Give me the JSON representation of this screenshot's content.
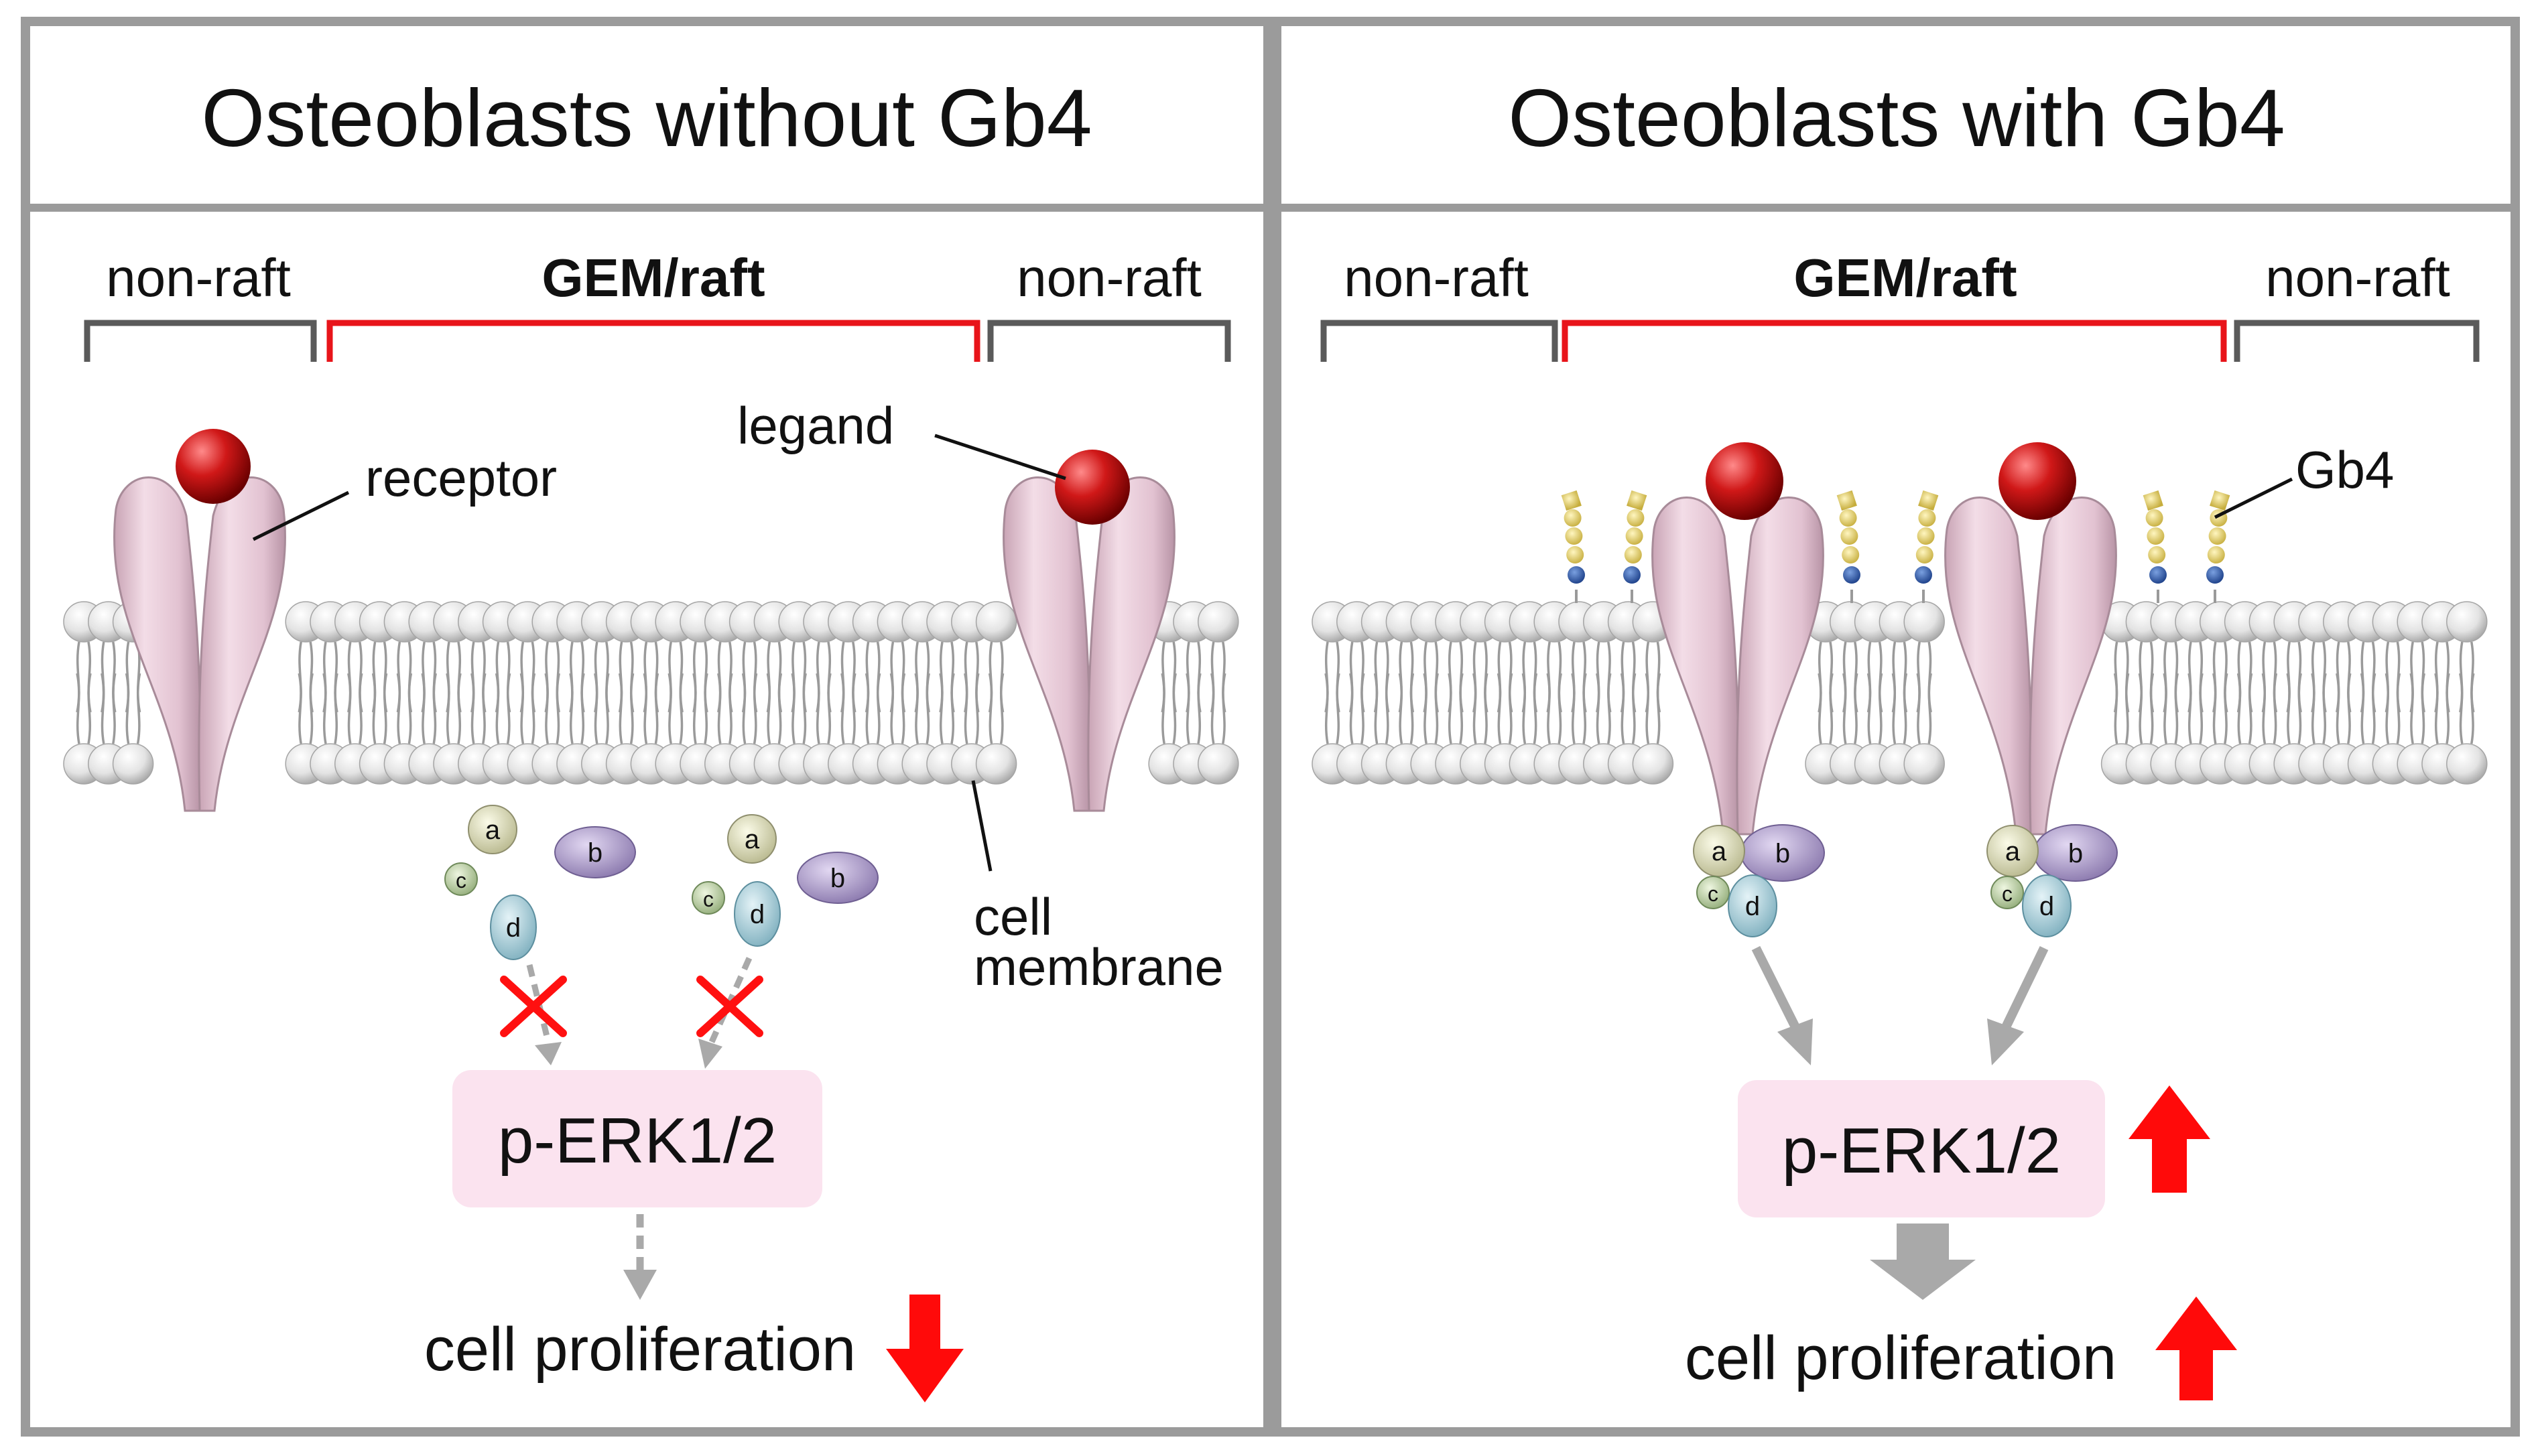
{
  "panels": [
    {
      "title": "Osteoblasts without Gb4",
      "regions": {
        "left": "non-raft",
        "center": "GEM/raft",
        "right": "non-raft"
      },
      "labels": {
        "receptor": "receptor",
        "ligand": "legand",
        "membrane_line1": "cell",
        "membrane_line2": "membrane"
      },
      "signal_box": "p-ERK1/2",
      "outcome": "cell proliferation",
      "subunits": [
        "a",
        "b",
        "c",
        "d"
      ],
      "effect": "decrease"
    },
    {
      "title": "Osteoblasts with Gb4",
      "regions": {
        "left": "non-raft",
        "center": "GEM/raft",
        "right": "non-raft"
      },
      "labels": {
        "glycolipid": "Gb4"
      },
      "signal_box": "p-ERK1/2",
      "outcome": "cell proliferation",
      "subunits": [
        "a",
        "b",
        "c",
        "d"
      ],
      "effect": "increase"
    }
  ],
  "colors": {
    "frame": "#9b9b9b",
    "raft_bracket": "#e8141a",
    "nonraft_bracket": "#5a5a5a",
    "receptor": "#e7c7d6",
    "ligand": "#c8141a",
    "signal_box": "#fbe3ef",
    "effect_arrow": "#ff0a0a",
    "flow_arrow": "#a9a9a9"
  }
}
